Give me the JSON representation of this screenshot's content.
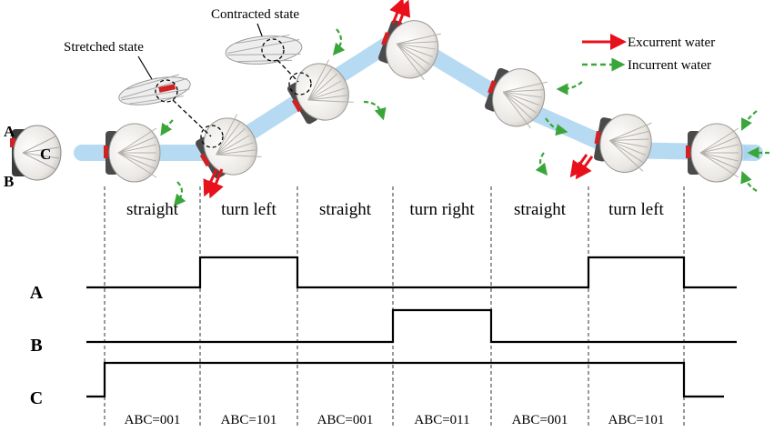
{
  "robot_labels": {
    "a": "A",
    "b": "B",
    "c": "C"
  },
  "annotations": {
    "stretched": "Stretched state",
    "contracted": "Contracted state"
  },
  "legend": {
    "excurrent": {
      "label": "Excurrent water",
      "color": "#e8101a"
    },
    "incurrent": {
      "label": "Incurrent water",
      "color": "#3aa63a"
    }
  },
  "segments": [
    {
      "maneuver": "straight",
      "code": "ABC=001"
    },
    {
      "maneuver": "turn left",
      "code": "ABC=101"
    },
    {
      "maneuver": "straight",
      "code": "ABC=001"
    },
    {
      "maneuver": "turn right",
      "code": "ABC=011"
    },
    {
      "maneuver": "straight",
      "code": "ABC=001"
    },
    {
      "maneuver": "turn left",
      "code": "ABC=101"
    }
  ],
  "signals": [
    {
      "name": "A",
      "levels": [
        0,
        1,
        0,
        0,
        0,
        1
      ]
    },
    {
      "name": "B",
      "levels": [
        0,
        0,
        0,
        1,
        0,
        0
      ]
    },
    {
      "name": "C",
      "levels": [
        1,
        1,
        1,
        1,
        1,
        1
      ]
    }
  ],
  "colors": {
    "path": "#a9d3ee",
    "signal": "#000000"
  }
}
